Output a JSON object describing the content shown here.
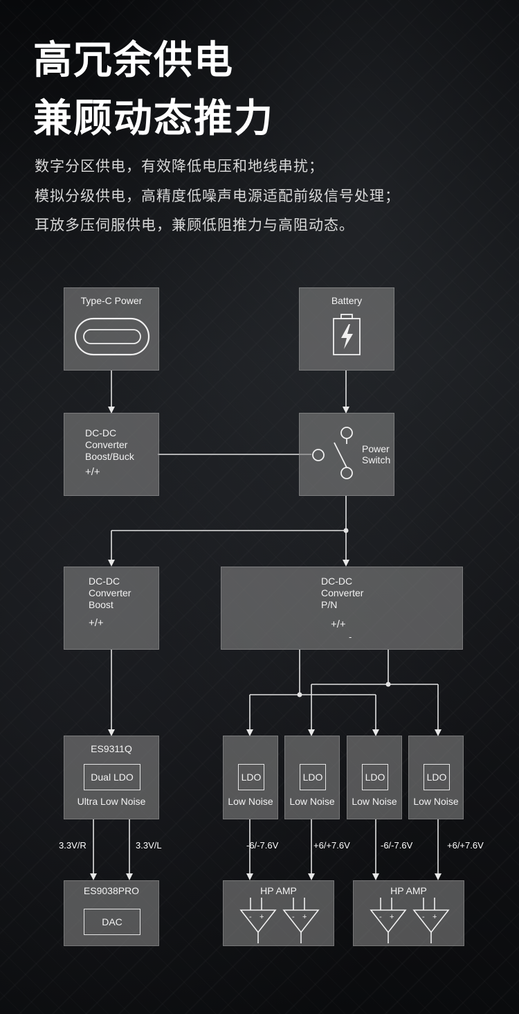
{
  "title": {
    "line1": "高冗余供电",
    "line2": "兼顾动态推力"
  },
  "description": {
    "line1": "数字分区供电，有效降低电压和地线串扰；",
    "line2": "模拟分级供电，高精度低噪声电源适配前级信号处理；",
    "line3": "耳放多压伺服供电，兼顾低阻推力与高阻动态。"
  },
  "diagram": {
    "typec": {
      "label": "Type-C Power"
    },
    "battery": {
      "label": "Battery"
    },
    "dcdc_buck": {
      "line1": "DC-DC",
      "line2": "Converter",
      "line3": "Boost/Buck",
      "symbol": "+/+"
    },
    "power_switch": {
      "line1": "Power",
      "line2": "Switch"
    },
    "dcdc_boost": {
      "line1": "DC-DC",
      "line2": "Converter",
      "line3": "Boost",
      "symbol": "+/+"
    },
    "dcdc_pn": {
      "line1": "DC-DC",
      "line2": "Converter",
      "line3": "P/N",
      "symbol_plus": "+/+",
      "symbol_minus": "-"
    },
    "es9311q": {
      "title": "ES9311Q",
      "inner": "Dual LDO",
      "sub": "Ultra Low Noise"
    },
    "ldo_blocks": [
      {
        "inner": "LDO",
        "sub": "Low Noise"
      },
      {
        "inner": "LDO",
        "sub": "Low Noise"
      },
      {
        "inner": "LDO",
        "sub": "Low Noise"
      },
      {
        "inner": "LDO",
        "sub": "Low Noise"
      }
    ],
    "voltages": {
      "v33r": "3.3V/R",
      "v33l": "3.3V/L",
      "ldo1": "-6/-7.6V",
      "ldo2": "+6/+7.6V",
      "ldo3": "-6/-7.6V",
      "ldo4": "+6/+7.6V"
    },
    "es9038pro": {
      "title": "ES9038PRO",
      "inner": "DAC"
    },
    "hp_amps": [
      {
        "title": "HP AMP"
      },
      {
        "title": "HP AMP"
      }
    ],
    "opamp_signs": {
      "minus": "-",
      "plus": "+"
    }
  }
}
